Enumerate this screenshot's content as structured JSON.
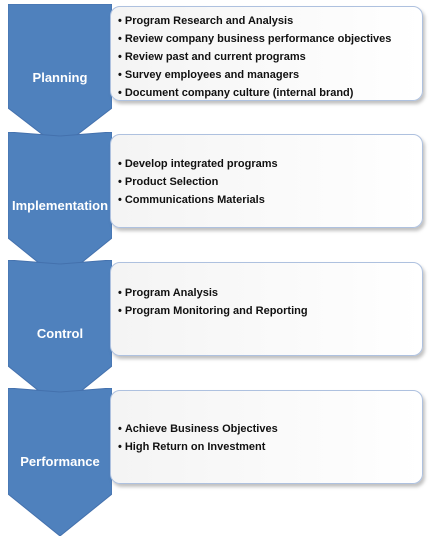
{
  "colors": {
    "chevron_fill": "#4f81bd",
    "chevron_edge": "#4471ad",
    "box_border": "#aec1df",
    "box_fill": "#f4f4f4"
  },
  "stages": [
    {
      "label": "Planning",
      "items": [
        "Program Research  and  Analysis",
        "Review company  business  performance objectives",
        "Review past  and current programs",
        "Survey employees and managers",
        "Document company culture (internal brand)"
      ]
    },
    {
      "label": "Implementation",
      "items": [
        "Develop integrated programs",
        "Product Selection",
        "Communications Materials"
      ]
    },
    {
      "label": "Control",
      "items": [
        "Program Analysis",
        "Program Monitoring  and  Reporting"
      ]
    },
    {
      "label": "Performance",
      "items": [
        "Achieve Business Objectives",
        "High Return on Investment"
      ]
    }
  ]
}
